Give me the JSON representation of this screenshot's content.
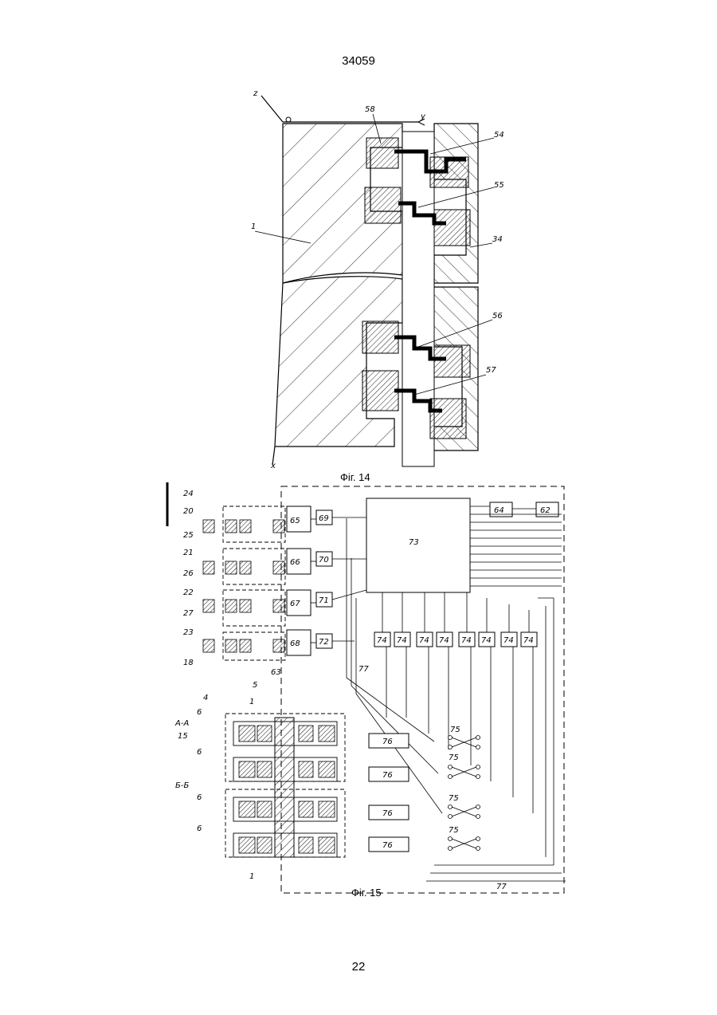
{
  "document": {
    "patent_number": "34059",
    "page_number": "22"
  },
  "fig14": {
    "caption": "Фіг. 14",
    "axis_z": "z",
    "axis_y": "y",
    "axis_x": "x",
    "labels": {
      "l1": "1",
      "l58": "58",
      "l54": "54",
      "l55": "55",
      "l34": "34",
      "l56": "56",
      "l57": "57"
    }
  },
  "fig15": {
    "caption": "Фіг. 15",
    "blocks": {
      "b65": "65",
      "b66": "66",
      "b67": "67",
      "b68": "68",
      "b69": "69",
      "b70": "70",
      "b71": "71",
      "b72": "72",
      "b73": "73",
      "b64": "64",
      "b62": "62",
      "b76": "76"
    },
    "block74": "74",
    "switch75": "75",
    "labels": {
      "l24": "24",
      "l20": "20",
      "l25": "25",
      "l21": "21",
      "l26": "26",
      "l22": "22",
      "l27": "27",
      "l23": "23",
      "l18": "18",
      "l63": "63",
      "l77": "77",
      "l5": "5",
      "l4": "4",
      "l1": "1",
      "l6": "6",
      "l15": "15",
      "aa": "А-А",
      "bb": "Б-Б",
      "l1b": "1"
    }
  }
}
